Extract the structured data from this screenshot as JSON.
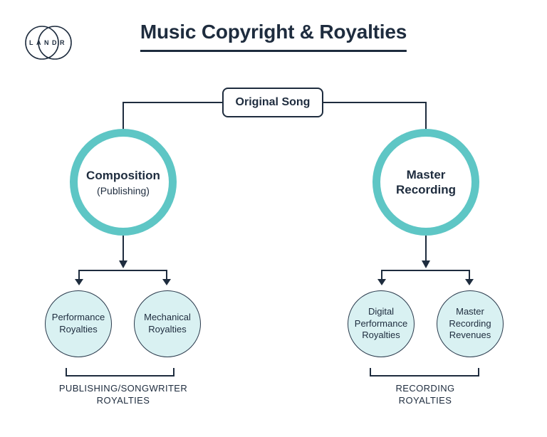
{
  "page": {
    "title": "Music Copyright & Royalties"
  },
  "logo": {
    "text": "LANDR"
  },
  "colors": {
    "navy": "#1e2c3e",
    "teal": "#5ec6c5",
    "light_teal": "#d9f1f2"
  },
  "tree": {
    "root": {
      "label": "Original Song"
    },
    "branches": [
      {
        "label": "Composition",
        "sublabel": "(Publishing)",
        "children": [
          {
            "label": "Performance Royalties"
          },
          {
            "label": "Mechanical Royalties"
          }
        ],
        "group_label_line1": "PUBLISHING/SONGWRITER",
        "group_label_line2": "ROYALTIES"
      },
      {
        "label": "Master Recording",
        "sublabel": "",
        "children": [
          {
            "label": "Digital Performance Royalties"
          },
          {
            "label": "Master Recording Revenues"
          }
        ],
        "group_label_line1": "RECORDING",
        "group_label_line2": "ROYALTIES"
      }
    ]
  }
}
